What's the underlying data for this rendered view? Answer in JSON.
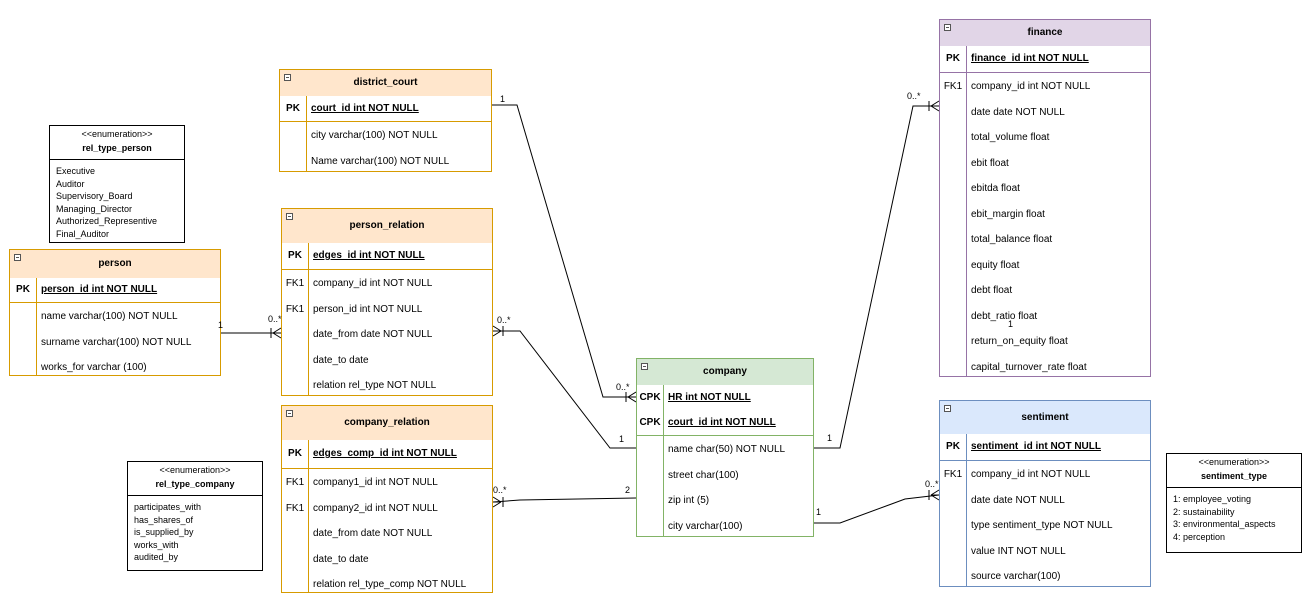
{
  "entities": [
    {
      "id": "district_court",
      "title": "district_court",
      "color": "orange",
      "pk": [
        {
          "key": "PK",
          "col": "court_id int NOT NULL"
        }
      ],
      "cols": [
        {
          "key": "",
          "col": "city varchar(100) NOT NULL"
        },
        {
          "key": "",
          "col": "Name varchar(100) NOT NULL"
        }
      ]
    },
    {
      "id": "person_relation",
      "title": "person_relation",
      "color": "orange",
      "pk": [
        {
          "key": "PK",
          "col": "edges_id int NOT NULL"
        }
      ],
      "cols": [
        {
          "key": "FK1",
          "col": "company_id int NOT NULL"
        },
        {
          "key": "FK1",
          "col": "person_id int NOT NULL"
        },
        {
          "key": "",
          "col": "date_from date NOT NULL"
        },
        {
          "key": "",
          "col": "date_to date"
        },
        {
          "key": "",
          "col": "relation rel_type NOT NULL"
        }
      ]
    },
    {
      "id": "person",
      "title": "person",
      "color": "orange",
      "pk": [
        {
          "key": "PK",
          "col": "person_id int NOT NULL"
        }
      ],
      "cols": [
        {
          "key": "",
          "col": "name varchar(100)  NOT NULL"
        },
        {
          "key": "",
          "col": "surname varchar(100) NOT NULL"
        },
        {
          "key": "",
          "col": "works_for varchar (100)"
        }
      ]
    },
    {
      "id": "company_relation",
      "title": "company_relation",
      "color": "orange",
      "pk": [
        {
          "key": "PK",
          "col": "edges_comp_id int NOT NULL"
        }
      ],
      "cols": [
        {
          "key": "FK1",
          "col": "company1_id int NOT NULL"
        },
        {
          "key": "FK1",
          "col": "company2_id int NOT NULL"
        },
        {
          "key": "",
          "col": "date_from date NOT NULL"
        },
        {
          "key": "",
          "col": "date_to date"
        },
        {
          "key": "",
          "col": "relation rel_type_comp NOT NULL"
        }
      ]
    },
    {
      "id": "company",
      "title": "company",
      "color": "green",
      "pk": [
        {
          "key": "CPK",
          "col": "HR int NOT NULL"
        },
        {
          "key": "CPK",
          "col": "court_id int NOT NULL"
        }
      ],
      "cols": [
        {
          "key": "",
          "col": "name char(50) NOT NULL"
        },
        {
          "key": "",
          "col": "street char(100)"
        },
        {
          "key": "",
          "col": "zip int (5)"
        },
        {
          "key": "",
          "col": "city varchar(100)"
        }
      ]
    },
    {
      "id": "finance",
      "title": "finance",
      "color": "purple",
      "pk": [
        {
          "key": "PK",
          "col": "finance_id int NOT NULL"
        }
      ],
      "cols": [
        {
          "key": "FK1",
          "col": "company_id int NOT NULL"
        },
        {
          "key": "",
          "col": "date date NOT NULL"
        },
        {
          "key": "",
          "col": "total_volume float"
        },
        {
          "key": "",
          "col": "ebit float"
        },
        {
          "key": "",
          "col": "ebitda float"
        },
        {
          "key": "",
          "col": "ebit_margin float"
        },
        {
          "key": "",
          "col": "total_balance float"
        },
        {
          "key": "",
          "col": "equity float"
        },
        {
          "key": "",
          "col": "debt float"
        },
        {
          "key": "",
          "col": "debt_ratio float"
        },
        {
          "key": "",
          "col": "return_on_equity float"
        },
        {
          "key": "",
          "col": "capital_turnover_rate float"
        }
      ]
    },
    {
      "id": "sentiment",
      "title": "sentiment",
      "color": "blue",
      "pk": [
        {
          "key": "PK",
          "col": "sentiment_id int NOT NULL"
        }
      ],
      "cols": [
        {
          "key": "FK1",
          "col": "company_id int NOT NULL"
        },
        {
          "key": "",
          "col": "date date NOT NULL"
        },
        {
          "key": "",
          "col": "type sentiment_type NOT NULL"
        },
        {
          "key": "",
          "col": "value INT NOT NULL"
        },
        {
          "key": "",
          "col": "source varchar(100)"
        }
      ]
    }
  ],
  "enums": [
    {
      "id": "rel_type_person",
      "stereotype": "<<enumeration>>",
      "name": "rel_type_person",
      "values": [
        "Executive",
        "Auditor",
        "Supervisory_Board",
        "Managing_Director",
        "Authorized_Representive",
        "Final_Auditor"
      ]
    },
    {
      "id": "rel_type_company",
      "stereotype": "<<enumeration>>",
      "name": "rel_type_company",
      "values": [
        "participates_with",
        "has_shares_of",
        "is_supplied_by",
        "works_with",
        "audited_by"
      ]
    },
    {
      "id": "sentiment_type",
      "stereotype": "<<enumeration>>",
      "name": "sentiment_type",
      "values": [
        "1: employee_voting",
        "2: sustainability",
        "3: environmental_aspects",
        "4: perception"
      ]
    }
  ],
  "relationships": [
    {
      "id": "person-person_relation",
      "from": "person",
      "to": "person_relation",
      "from_mult": "1",
      "to_mult": "0..*"
    },
    {
      "id": "district_court-company",
      "from": "district_court",
      "to": "company",
      "from_mult": "1",
      "to_mult": "0..*"
    },
    {
      "id": "company-person_relation",
      "from": "company",
      "to": "person_relation",
      "from_mult": "1",
      "to_mult": "0..*"
    },
    {
      "id": "company-company_relation",
      "from": "company",
      "to": "company_relation",
      "from_mult": "2",
      "to_mult": "0..*"
    },
    {
      "id": "company-finance",
      "from": "company",
      "to": "finance",
      "from_mult": "1",
      "to_mult": "0..*"
    },
    {
      "id": "company-sentiment",
      "from": "company",
      "to": "sentiment",
      "from_mult": "1",
      "to_mult": "0..*"
    }
  ],
  "stray_labels": [
    {
      "id": "finance-stray-1",
      "text": "1"
    }
  ],
  "colors": {
    "orange_fill": "#ffe6cc",
    "orange_stroke": "#d79b00",
    "green_fill": "#d5e8d4",
    "green_stroke": "#82b366",
    "purple_fill": "#e1d5e7",
    "purple_stroke": "#9673a6",
    "blue_fill": "#dae8fc",
    "blue_stroke": "#6c8ebf",
    "edge": "#000000"
  }
}
